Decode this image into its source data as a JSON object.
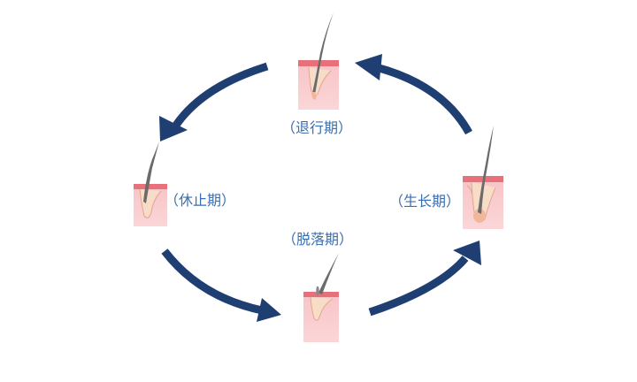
{
  "stages": {
    "catagen": {
      "label": "（退行期）"
    },
    "telogen": {
      "label": "（休止期）"
    },
    "exogen": {
      "label": "（脱落期）"
    },
    "anagen": {
      "label": "（生长期）"
    }
  },
  "colors": {
    "arrow": "#1f3f73",
    "label": "#3a6fb0",
    "skin_top": "#e8707a",
    "skin": "#f8c9cc",
    "follicle": "#f7dcc8",
    "hair": "#6b6b6b"
  }
}
